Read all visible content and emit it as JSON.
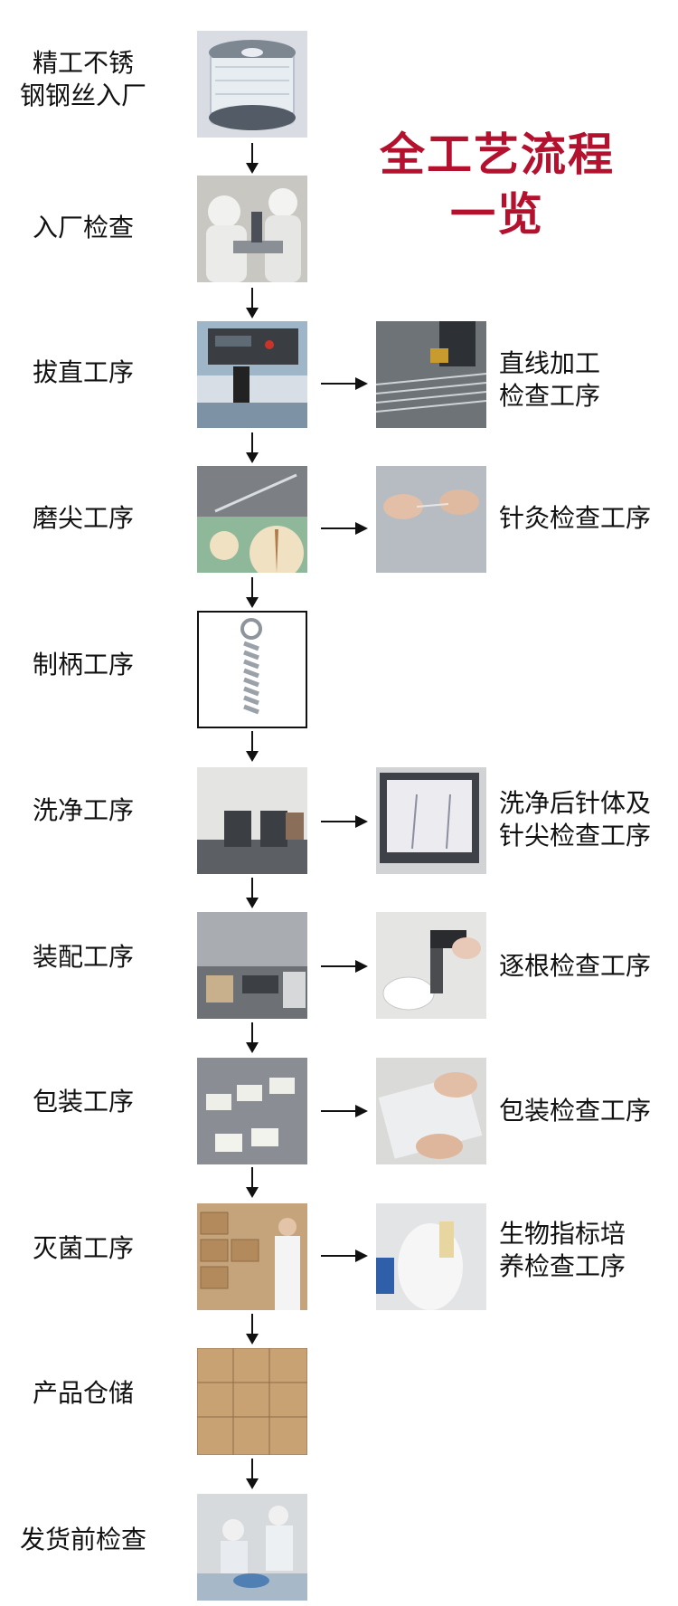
{
  "title": {
    "line1": "全工艺流程",
    "line2": "一览"
  },
  "steps": [
    {
      "line1": "精工不锈",
      "line2": "钢钢丝入厂"
    },
    {
      "line1": "入厂检查"
    },
    {
      "line1": "拔直工序"
    },
    {
      "line1": "磨尖工序"
    },
    {
      "line1": "制柄工序"
    },
    {
      "line1": "洗净工序"
    },
    {
      "line1": "装配工序"
    },
    {
      "line1": "包装工序"
    },
    {
      "line1": "灭菌工序"
    },
    {
      "line1": "产品仓储"
    },
    {
      "line1": "发货前检查"
    }
  ],
  "checks": [
    {
      "line1": "直线加工",
      "line2": "检查工序"
    },
    {
      "line1": "针灸检查工序"
    },
    {
      "line1": "洗净后针体及",
      "line2": "针尖检查工序"
    },
    {
      "line1": "逐根检查工序"
    },
    {
      "line1": "包装检查工序"
    },
    {
      "line1": "生物指标培",
      "line2": "养检查工序"
    }
  ],
  "colors": {
    "title": "#b3112e",
    "text": "#111111",
    "arrow": "#111111"
  }
}
